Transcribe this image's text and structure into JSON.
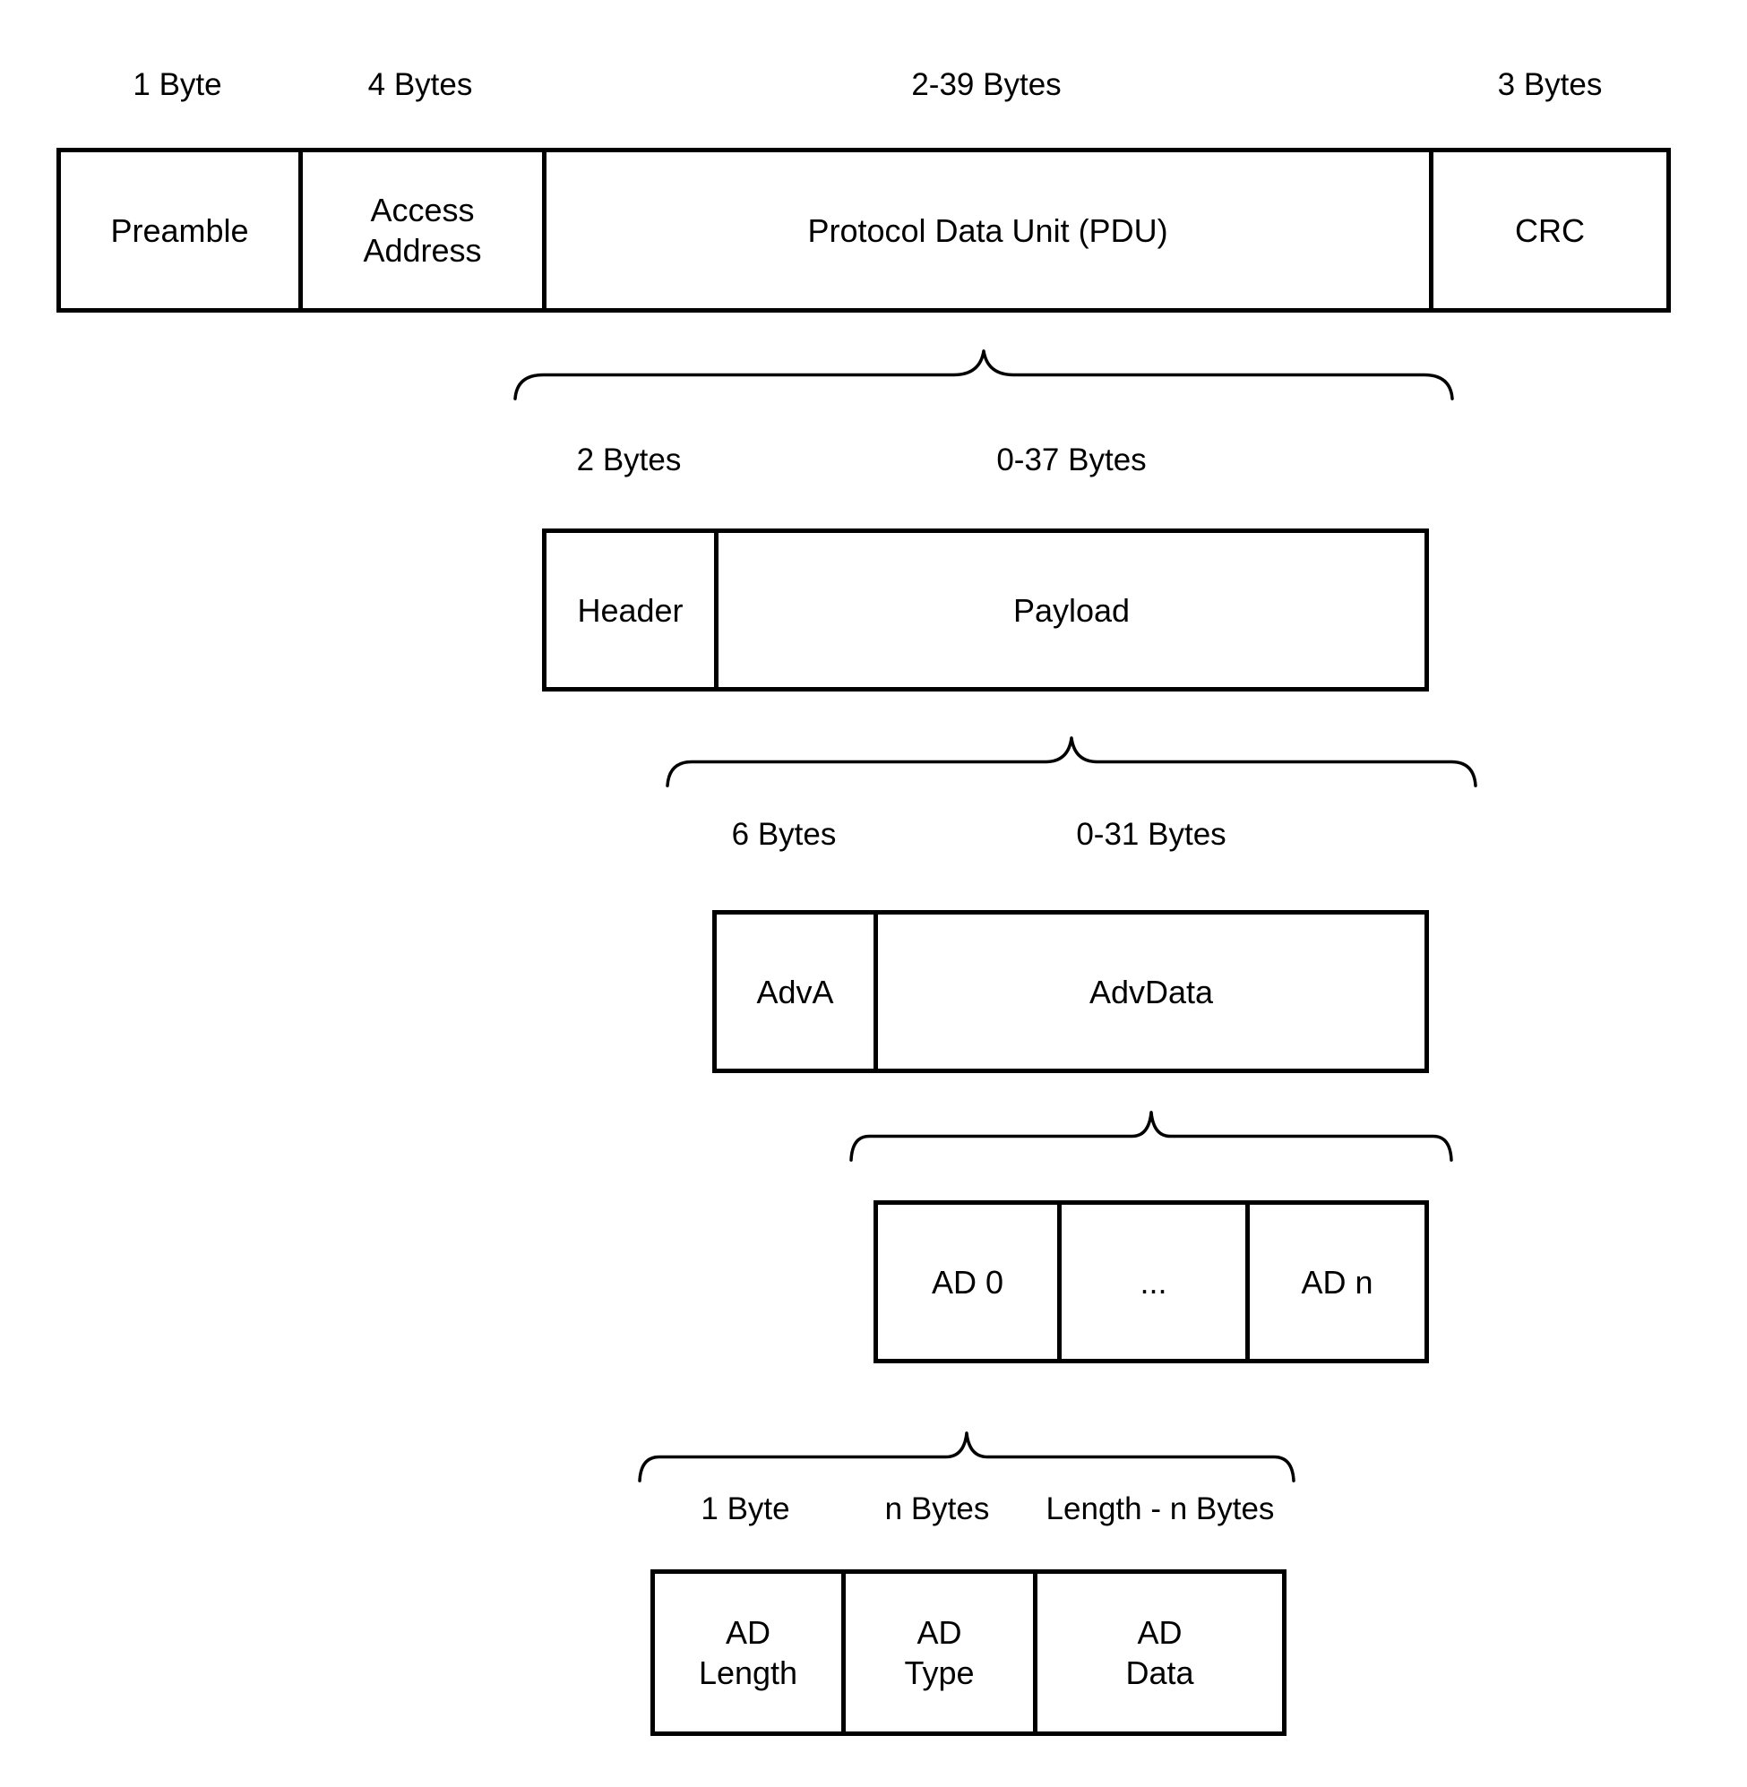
{
  "diagram": {
    "colors": {
      "background": "#ffffff",
      "line": "#000000",
      "text": "#000000"
    },
    "packet_row": {
      "size_labels": [
        "1 Byte",
        "4 Bytes",
        "2-39 Bytes",
        "3 Bytes"
      ],
      "cells": [
        "Preamble",
        "Access Address",
        "Protocol Data Unit (PDU)",
        "CRC"
      ]
    },
    "pdu_row": {
      "size_labels": [
        "2 Bytes",
        "0-37 Bytes"
      ],
      "cells": [
        "Header",
        "Payload"
      ]
    },
    "payload_row": {
      "size_labels": [
        "6 Bytes",
        "0-31 Bytes"
      ],
      "cells": [
        "AdvA",
        "AdvData"
      ]
    },
    "advdata_row": {
      "cells": [
        "AD 0",
        "...",
        "AD n"
      ]
    },
    "ad_structure_row": {
      "size_labels": [
        "1 Byte",
        "n Bytes",
        "Length - n Bytes"
      ],
      "cells": [
        "AD Length",
        "AD Type",
        "AD Data"
      ]
    }
  }
}
